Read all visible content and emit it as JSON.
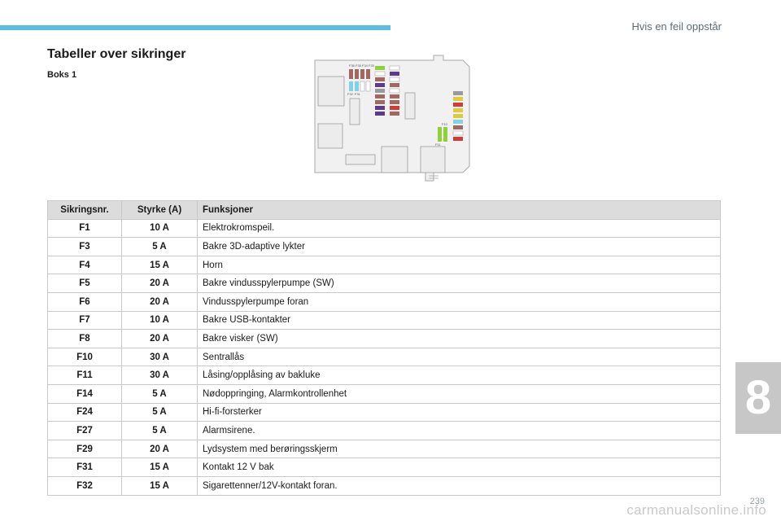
{
  "header": {
    "section_title": "Hvis en feil oppstår"
  },
  "page": {
    "title": "Tabeller over sikringer",
    "box_label": "Boks 1"
  },
  "diagram": {
    "top_labels": "F36 F35 F34 F33",
    "left_labels": [
      "F32",
      "F31"
    ],
    "right_labels": [
      "F10",
      "F11"
    ],
    "fuse_colors": {
      "brown": "#a0685e",
      "blue": "#7fd3e6",
      "green": "#8fd13a",
      "purple": "#5a3b8c",
      "red": "#d33a3a",
      "yellow": "#e0c93a",
      "gray": "#9a9a9a"
    }
  },
  "table": {
    "headers": [
      "Sikringsnr.",
      "Styrke (A)",
      "Funksjoner"
    ],
    "rows": [
      [
        "F1",
        "10 A",
        "Elektrokromspeil."
      ],
      [
        "F3",
        "5 A",
        "Bakre 3D-adaptive lykter"
      ],
      [
        "F4",
        "15 A",
        "Horn"
      ],
      [
        "F5",
        "20 A",
        "Bakre vindusspylerpumpe (SW)"
      ],
      [
        "F6",
        "20 A",
        "Vindusspylerpumpe foran"
      ],
      [
        "F7",
        "10 A",
        "Bakre USB-kontakter"
      ],
      [
        "F8",
        "20 A",
        "Bakre visker (SW)"
      ],
      [
        "F10",
        "30 A",
        "Sentrallås"
      ],
      [
        "F11",
        "30 A",
        "Låsing/opplåsing av bakluke"
      ],
      [
        "F14",
        "5 A",
        "Nødoppringing, Alarmkontrollenhet"
      ],
      [
        "F24",
        "5 A",
        "Hi-fi-forsterker"
      ],
      [
        "F27",
        "5 A",
        "Alarmsirene."
      ],
      [
        "F29",
        "20 A",
        "Lydsystem med berøringsskjerm"
      ],
      [
        "F31",
        "15 A",
        "Kontakt 12 V bak"
      ],
      [
        "F32",
        "15 A",
        "Sigarettenner/12V-kontakt foran."
      ]
    ]
  },
  "chapter": {
    "number": "8"
  },
  "footer": {
    "page_number": "239",
    "watermark": "carmanualsonline.info"
  }
}
